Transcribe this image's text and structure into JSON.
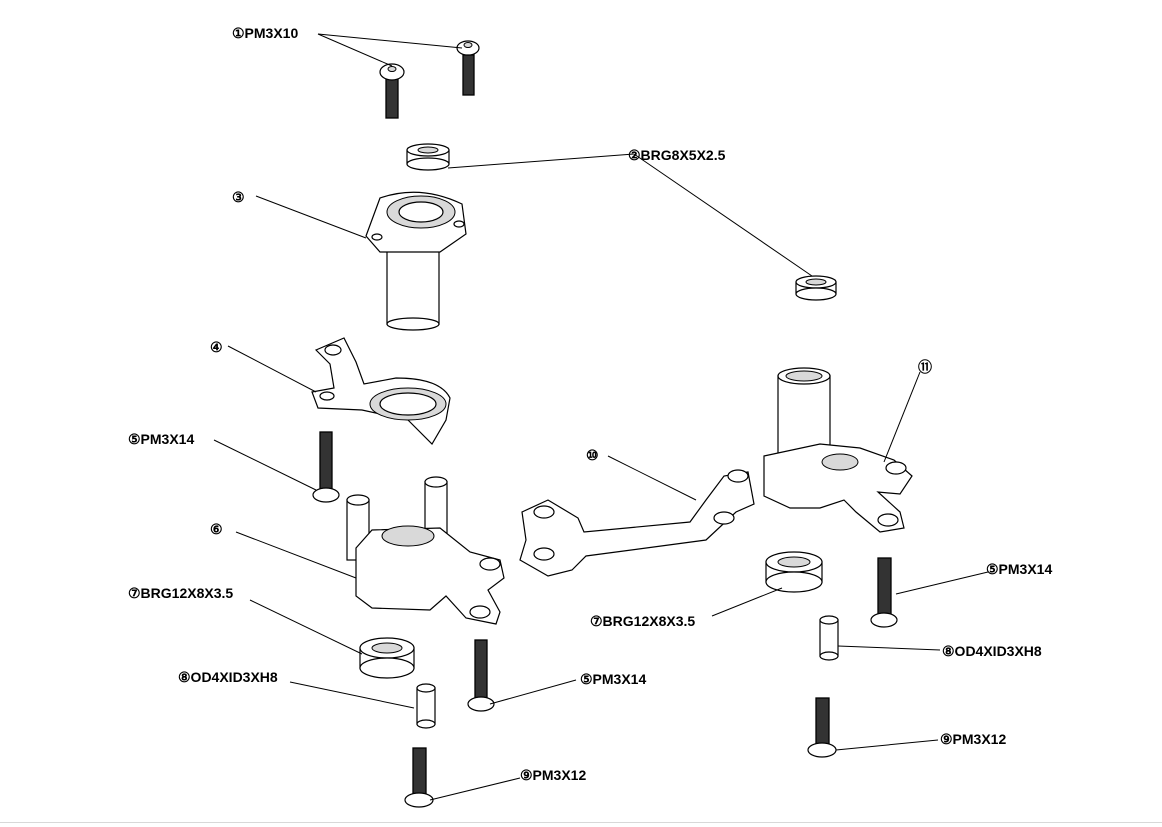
{
  "callouts": [
    {
      "id": "c1",
      "text": "①PM3X10"
    },
    {
      "id": "c2",
      "text": "②BRG8X5X2.5"
    },
    {
      "id": "c3",
      "text": "③"
    },
    {
      "id": "c4",
      "text": "④"
    },
    {
      "id": "c5a",
      "text": "⑤PM3X14"
    },
    {
      "id": "c6",
      "text": "⑥"
    },
    {
      "id": "c7a",
      "text": "⑦BRG12X8X3.5"
    },
    {
      "id": "c8a",
      "text": "⑧OD4XID3XH8"
    },
    {
      "id": "c5b",
      "text": "⑤PM3X14"
    },
    {
      "id": "c9a",
      "text": "⑨PM3X12"
    },
    {
      "id": "c10",
      "text": "⑩"
    },
    {
      "id": "c11",
      "text": "⑪"
    },
    {
      "id": "c7b",
      "text": "⑦BRG12X8X3.5"
    },
    {
      "id": "c5c",
      "text": "⑤PM3X14"
    },
    {
      "id": "c8b",
      "text": "⑧OD4XID3XH8"
    },
    {
      "id": "c9b",
      "text": "⑨PM3X12"
    }
  ]
}
